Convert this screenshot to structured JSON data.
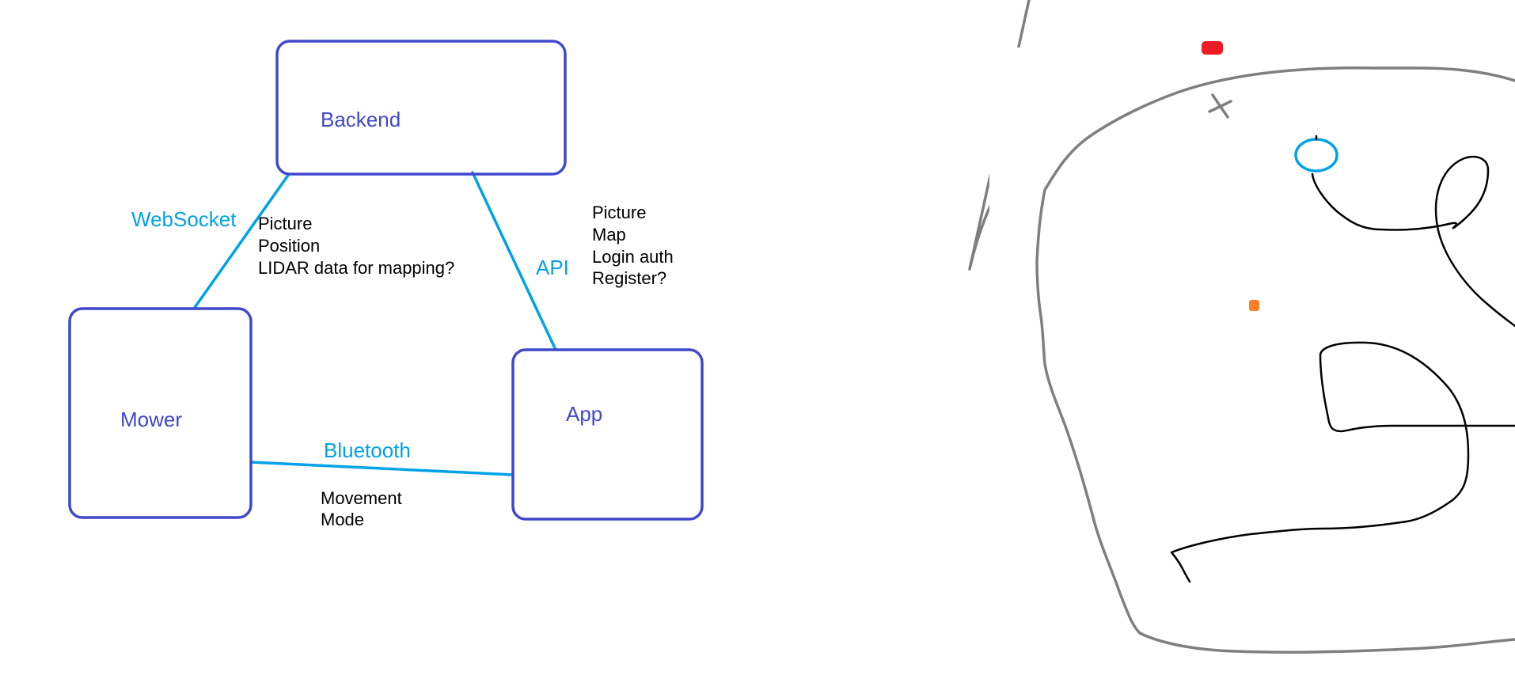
{
  "architecture": {
    "nodes": {
      "backend": "Backend",
      "mower": "Mower",
      "app": "App"
    },
    "links": {
      "websocket": "WebSocket",
      "api": "API",
      "bluetooth": "Bluetooth"
    },
    "notes": {
      "websocket": [
        "Picture",
        "Position",
        "LIDAR data for mapping?"
      ],
      "api": [
        "Picture",
        "Map",
        "Login auth",
        "Register?"
      ],
      "bluetooth": [
        "Movement",
        "Mode"
      ]
    }
  },
  "colors": {
    "box_stroke": "#3f48cc",
    "link_stroke": "#00a2e8",
    "note_text": "#000000",
    "lawn_outline": "#7f7f7f",
    "mower_path": "#000000",
    "red_marker": "#ed1c24",
    "orange_marker": "#ff7f27",
    "mower_marker": "#00a2e8"
  }
}
